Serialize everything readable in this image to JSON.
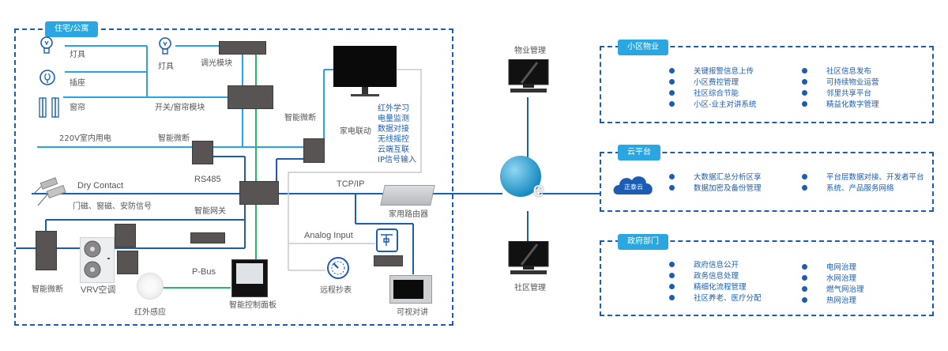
{
  "home_zone": {
    "title": "住宅/公寓",
    "labels": {
      "lamp": "灯具",
      "socket": "插座",
      "curtain": "窗帘",
      "lamp2": "灯具",
      "dimmer": "调光模块",
      "switch_curtain": "开关/窗帘模块",
      "power_220": "220V室内用电",
      "breaker1": "智能微断",
      "breaker2": "智能微断",
      "breaker3": "智能微断",
      "rs485": "RS485",
      "dry_contact": "Dry Contact",
      "security_signals": "门磁、窗磁、安防信号",
      "gateway": "智能网关",
      "vrv": "VRV空调",
      "ir_sensor": "红外感应",
      "pbus": "P-Bus",
      "control_panel": "智能控制面板",
      "appliance_link": "家电联动",
      "tcpip": "TCP/IP",
      "router": "家用路由器",
      "analog_input": "Analog Input",
      "meter_reading": "远程抄表",
      "video_intercom": "可视对讲"
    },
    "appliance_features": [
      "红外学习",
      "电量监测",
      "数据对接",
      "无线摇控",
      "云端互联",
      "IP信号输入"
    ]
  },
  "network": {
    "property_mgmt": "物业管理",
    "community_mgmt": "社区管理",
    "globe_icon": "internet-globe-icon"
  },
  "panels": [
    {
      "title": "小区物业",
      "left": [
        "关键报警信息上传",
        "小区费控管理",
        "社区综合节能",
        "小区-业主对讲系统"
      ],
      "right": [
        "社区信息发布",
        "可持续物业运营",
        "邻里共享平台",
        "精益化数字管理"
      ]
    },
    {
      "title": "云平台",
      "logo": "正泰云",
      "left": [
        "大数据汇总分析区享",
        "数据加密及备份管理"
      ],
      "right": [
        "平台层数据对接、开发者平台",
        "系统、产品服务网络"
      ]
    },
    {
      "title": "政府部门",
      "left": [
        "政府信息公开",
        "政务信息处理",
        "精细化流程管理",
        "社区养老、医疗分配"
      ],
      "right": [
        "电网治理",
        "水网治理",
        "燃气网治理",
        "热网治理"
      ]
    }
  ],
  "colors": {
    "accent": "#2aa6e0",
    "dark_blue": "#1a5db3",
    "light_blue_line": "#29a3e3",
    "green_line": "#2db36a",
    "gray_line": "#c8c8c8",
    "device": "#585454"
  }
}
